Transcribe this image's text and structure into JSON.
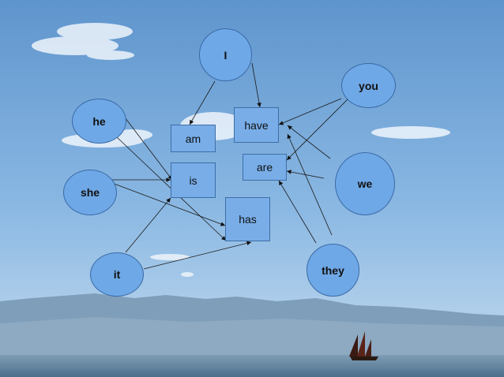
{
  "diagram": {
    "subjects": [
      {
        "id": "i",
        "label": "I"
      },
      {
        "id": "you",
        "label": "you"
      },
      {
        "id": "he",
        "label": "he"
      },
      {
        "id": "she",
        "label": "she"
      },
      {
        "id": "we",
        "label": "we"
      },
      {
        "id": "it",
        "label": "it"
      },
      {
        "id": "they",
        "label": "they"
      }
    ],
    "verbs": [
      {
        "id": "am",
        "label": "am"
      },
      {
        "id": "have",
        "label": "have"
      },
      {
        "id": "are",
        "label": "are"
      },
      {
        "id": "is",
        "label": "is"
      },
      {
        "id": "has",
        "label": "has"
      }
    ],
    "edges": [
      {
        "from": "i",
        "to": "am"
      },
      {
        "from": "i",
        "to": "have"
      },
      {
        "from": "you",
        "to": "have"
      },
      {
        "from": "you",
        "to": "are"
      },
      {
        "from": "we",
        "to": "have"
      },
      {
        "from": "we",
        "to": "are"
      },
      {
        "from": "they",
        "to": "have"
      },
      {
        "from": "they",
        "to": "are"
      },
      {
        "from": "he",
        "to": "is"
      },
      {
        "from": "he",
        "to": "has"
      },
      {
        "from": "she",
        "to": "is"
      },
      {
        "from": "she",
        "to": "has"
      },
      {
        "from": "it",
        "to": "is"
      },
      {
        "from": "it",
        "to": "has"
      }
    ]
  }
}
